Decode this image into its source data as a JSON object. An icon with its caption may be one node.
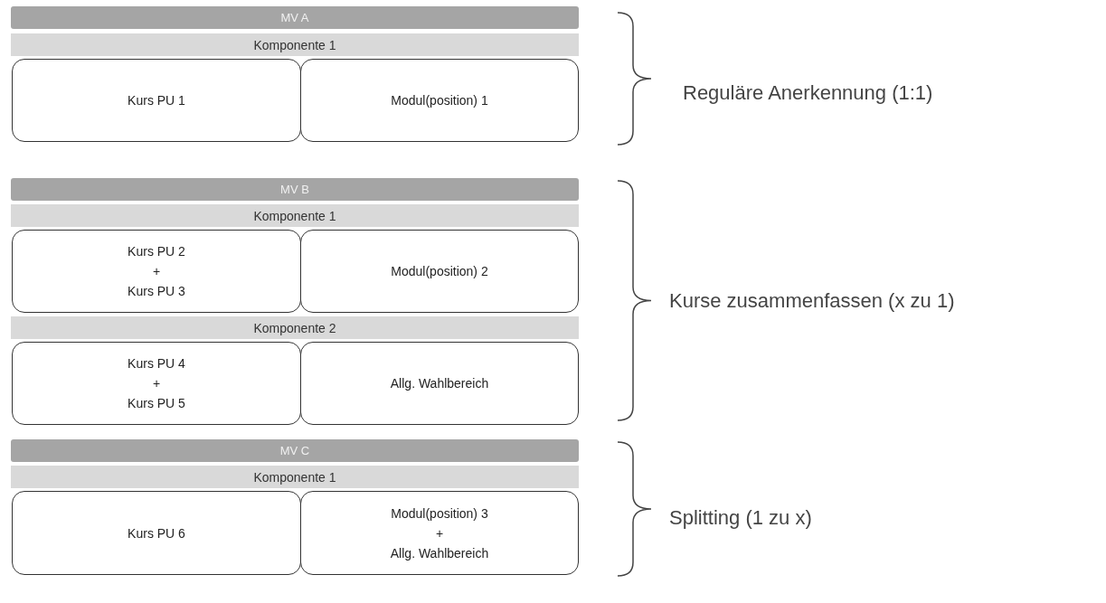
{
  "diagram": {
    "nodes": [
      {
        "text": [
          "MV A"
        ]
      },
      {
        "text": [
          "Komponente 1"
        ]
      },
      {
        "text": [
          "Kurs PU 1"
        ]
      },
      {
        "text": [
          "Modul(position) 1"
        ]
      },
      {
        "text": [
          "MV B"
        ]
      },
      {
        "text": [
          "Komponente 1"
        ]
      },
      {
        "text": [
          "Kurs PU 2",
          "+",
          "Kurs PU 3"
        ]
      },
      {
        "text": [
          "Modul(position) 2"
        ]
      },
      {
        "text": [
          "Komponente 2"
        ]
      },
      {
        "text": [
          "Kurs PU 4",
          "+",
          "Kurs PU 5"
        ]
      },
      {
        "text": [
          "Allg. Wahlbereich"
        ]
      },
      {
        "text": [
          "MV C"
        ]
      },
      {
        "text": [
          "Komponente 1"
        ]
      },
      {
        "text": [
          "Kurs PU 6"
        ]
      },
      {
        "text": [
          "Modul(position) 3",
          "+",
          "Allg. Wahlbereich"
        ]
      }
    ],
    "labels": [
      "Reguläre Anerkennung (1:1)",
      "Kurse zusammenfassen (x zu 1)",
      "Splitting (1 zu x)"
    ]
  }
}
